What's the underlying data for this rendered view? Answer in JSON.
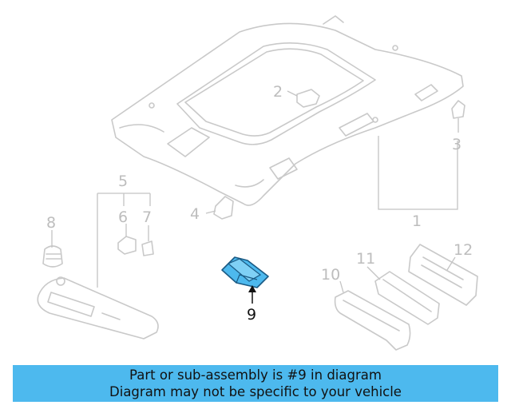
{
  "diagram": {
    "callouts": [
      {
        "id": "1",
        "label": "1",
        "active": false
      },
      {
        "id": "2",
        "label": "2",
        "active": false
      },
      {
        "id": "3",
        "label": "3",
        "active": false
      },
      {
        "id": "4",
        "label": "4",
        "active": false
      },
      {
        "id": "5",
        "label": "5",
        "active": false
      },
      {
        "id": "6",
        "label": "6",
        "active": false
      },
      {
        "id": "7",
        "label": "7",
        "active": false
      },
      {
        "id": "8",
        "label": "8",
        "active": false
      },
      {
        "id": "9",
        "label": "9",
        "active": true
      },
      {
        "id": "10",
        "label": "10",
        "active": false
      },
      {
        "id": "11",
        "label": "11",
        "active": false
      },
      {
        "id": "12",
        "label": "12",
        "active": false
      }
    ],
    "highlight_color": "#4db9ee",
    "inactive_color": "#c9c9c9"
  },
  "banner": {
    "line1": "Part or sub-assembly is #9 in diagram",
    "line2": "Diagram may not be specific to your vehicle",
    "background": "#4db9ee"
  }
}
